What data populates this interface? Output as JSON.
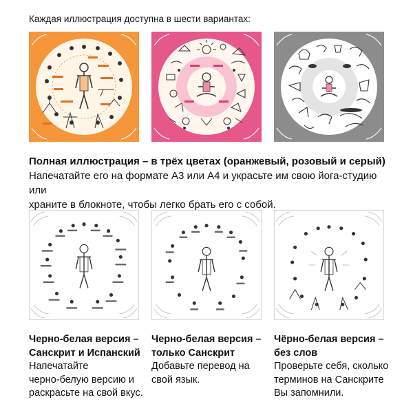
{
  "header": {
    "text": "Каждая иллюстрация доступна в шести вариантах:"
  },
  "colors": {
    "orange": "#f5963a",
    "pink": "#e6578a",
    "gray": "#8c8c8c",
    "cream": "#fff6e8"
  },
  "full": {
    "title": "Полная иллюстрация – в трёх цветах (оранжевый, розовый и серый)",
    "desc_line1": "Напечатайте его на формате А3 или А4 и украсьте им свою йога-студию или",
    "desc_line2": "храните в блокноте, чтобы легко брать его с собой."
  },
  "captions": [
    {
      "title_line1": "Черно-белая версия –",
      "title_line2": "Санскрит и Испанский",
      "desc_line1": "Напечатайте",
      "desc_line2": "черно-белую версию и",
      "desc_line3": "раскрасьте на свой вкус."
    },
    {
      "title_line1": "Черно-белая версия –",
      "title_line2": "только Санскрит",
      "desc_line1": "Добавьте перевод на",
      "desc_line2": "свой язык.",
      "desc_line3": ""
    },
    {
      "title_line1": "Чёрно-белая версия –",
      "title_line2": "без слов",
      "desc_line1": "Проверьте себя, сколько",
      "desc_line2": "терминов на Санскрите",
      "desc_line3": "Вы запомнили."
    }
  ]
}
